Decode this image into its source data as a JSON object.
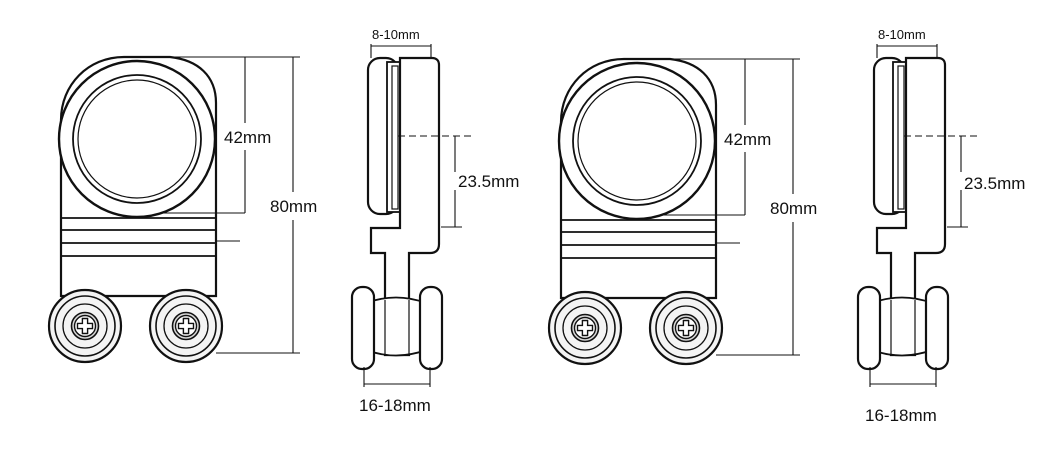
{
  "colors": {
    "line": "#111111",
    "background": "#ffffff",
    "roller_fill": "#f4f4f4",
    "screw_head": "#d8d8d8"
  },
  "diagrams": [
    {
      "front": {
        "height_label": "80mm",
        "wheel_label": "42mm"
      },
      "side": {
        "glass_label": "8-10mm",
        "offset_label": "23.5mm",
        "track_label": "16-18mm"
      }
    },
    {
      "front": {
        "height_label": "80mm",
        "wheel_label": "42mm"
      },
      "side": {
        "glass_label": "8-10mm",
        "offset_label": "23.5mm",
        "track_label": "16-18mm"
      }
    }
  ]
}
